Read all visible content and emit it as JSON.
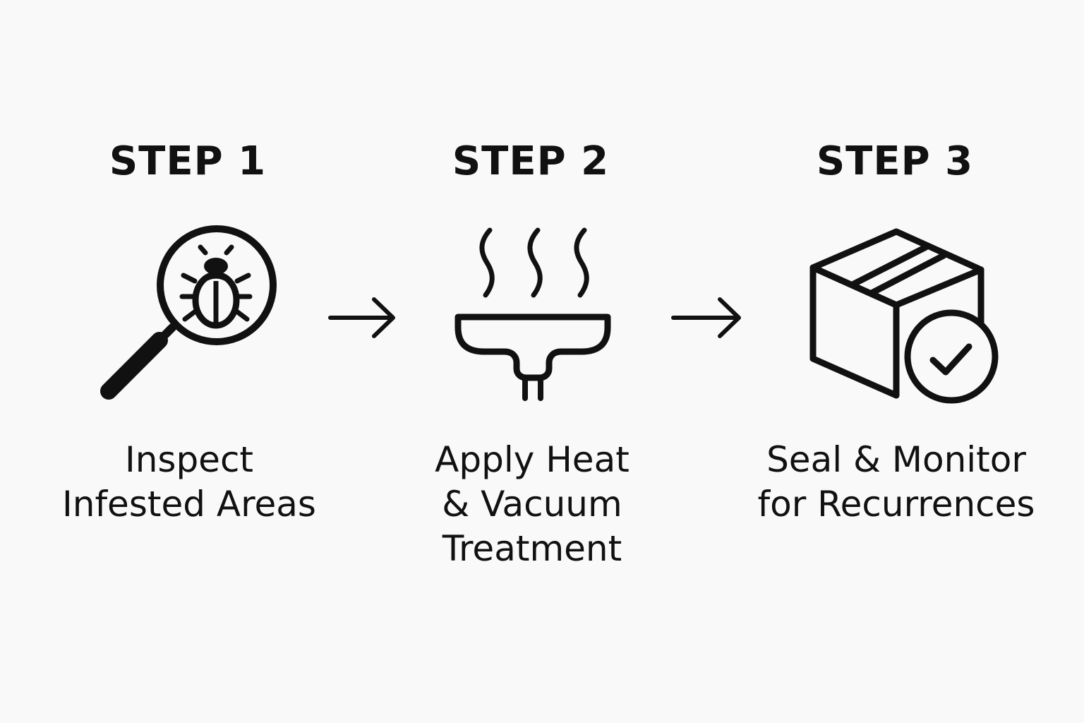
{
  "colors": {
    "background": "#f9f9f9",
    "ink": "#111111"
  },
  "steps": [
    {
      "title": "STEP 1",
      "description": [
        "Inspect",
        "Infested Areas"
      ],
      "icon": "magnifier-bug-icon"
    },
    {
      "title": "STEP 2",
      "description": [
        "Apply Heat",
        "& Vacuum",
        "Treatment"
      ],
      "icon": "steam-vacuum-icon"
    },
    {
      "title": "STEP 3",
      "description": [
        "Seal & Monitor",
        "for Recurrences"
      ],
      "icon": "sealed-box-check-icon"
    }
  ],
  "connectors": [
    "arrow-right-icon",
    "arrow-right-icon"
  ]
}
